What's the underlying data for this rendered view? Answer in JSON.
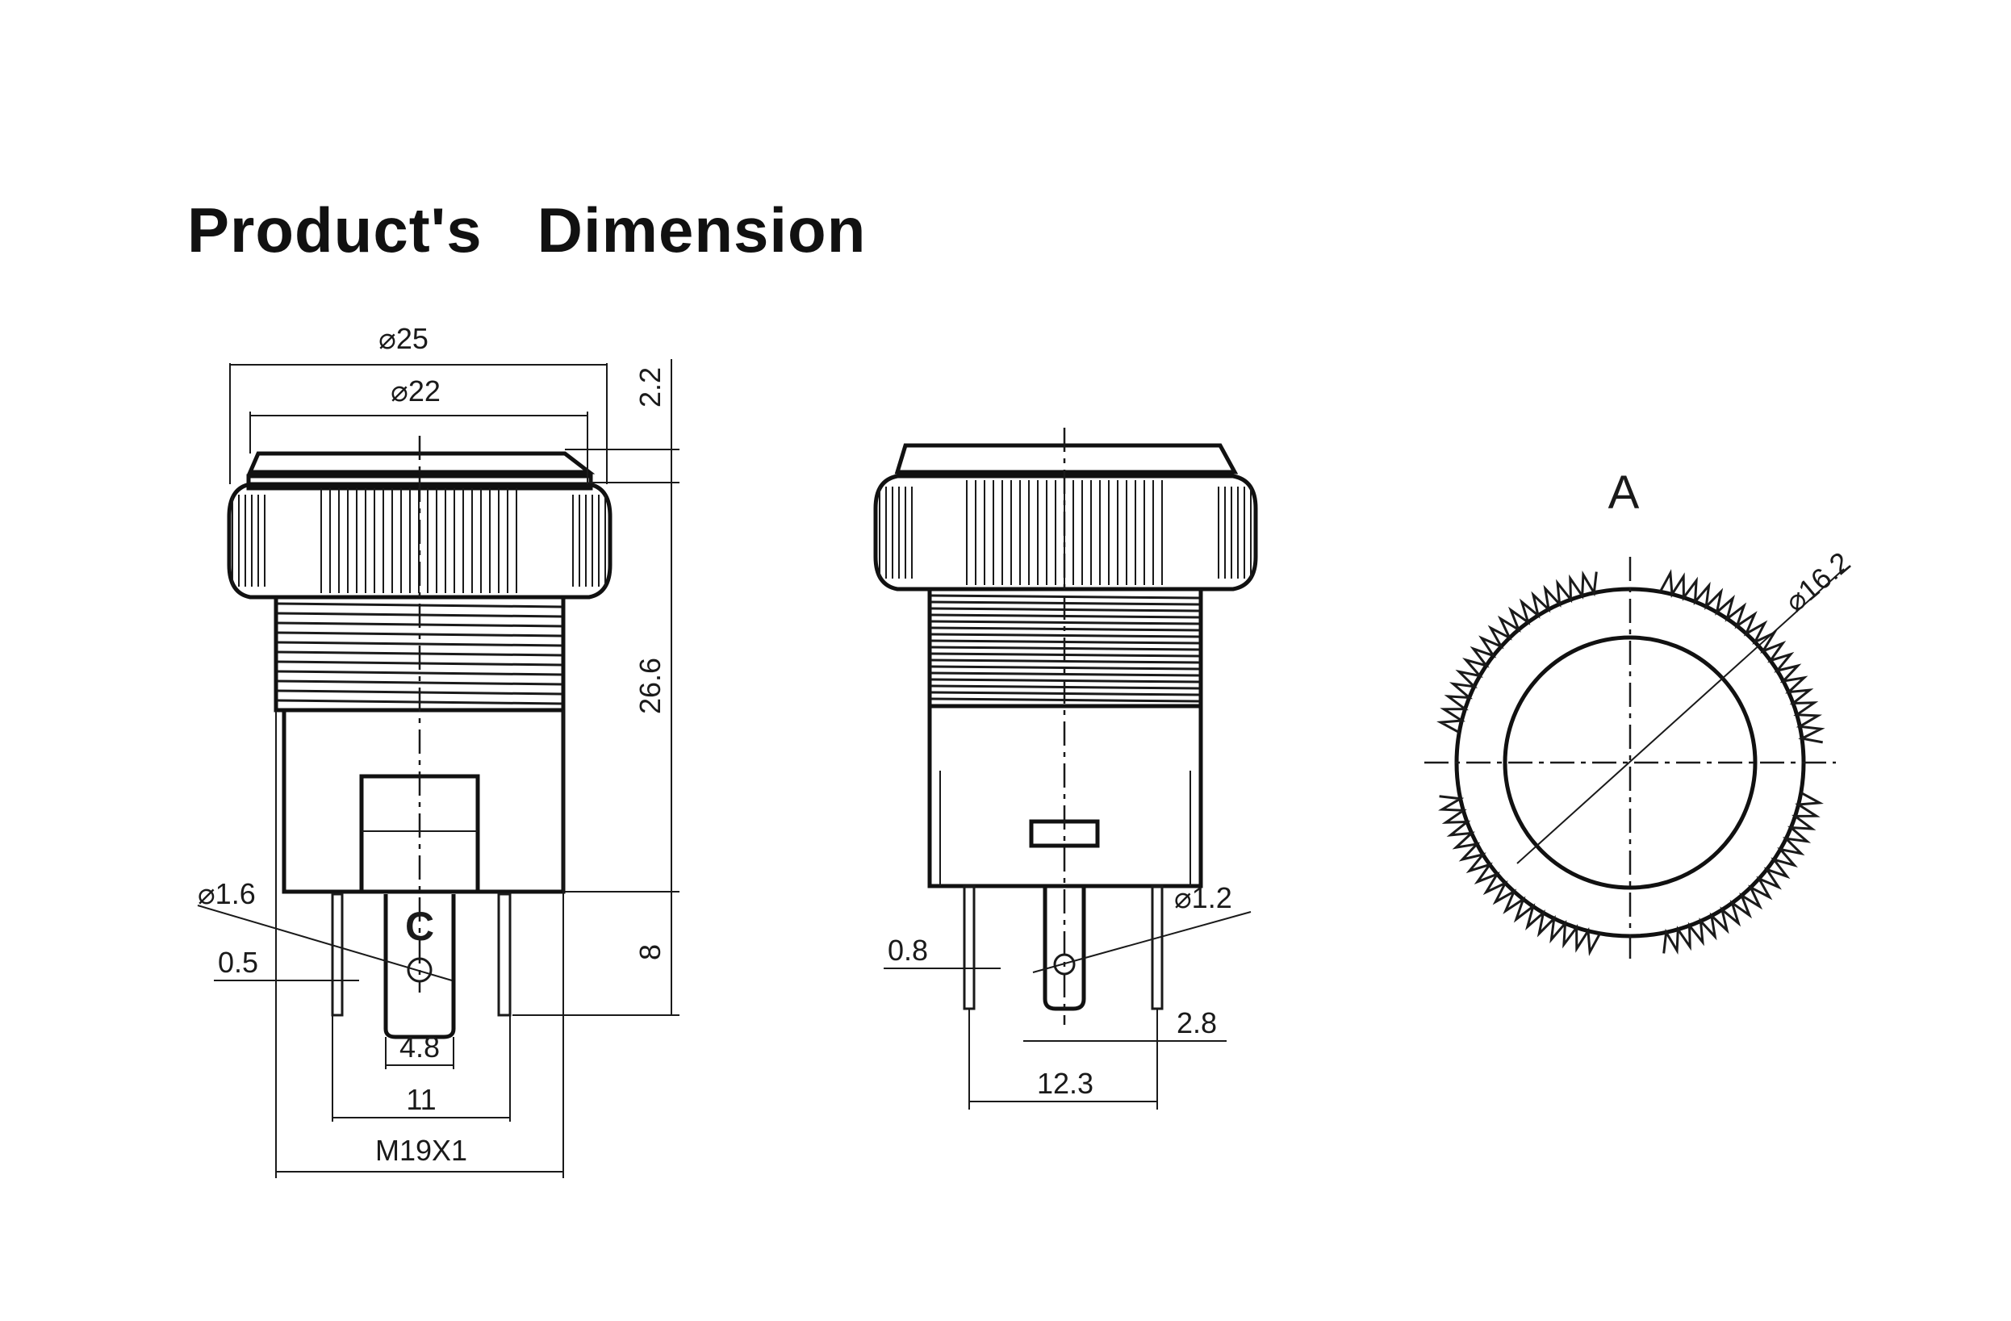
{
  "title": "Product's   Dimension",
  "front_view": {
    "dia_outer": "⌀25",
    "dia_bezel": "⌀22",
    "top_height": "2.2",
    "body_height": "26.6",
    "terminal_length": "8",
    "pin_dia": "⌀1.6",
    "pin_thickness": "0.5",
    "center_tab_width": "4.8",
    "pin_spacing": "11",
    "thread": "M19X1",
    "common_label": "C"
  },
  "side_view": {
    "pin_thickness": "0.8",
    "pin_dia": "⌀1.2",
    "tab_width": "2.8",
    "pin_spacing": "12.3"
  },
  "view_a": {
    "label": "A",
    "dia": "⌀16.2"
  },
  "colors": {
    "line": "#1a1a1a",
    "title": "#111111",
    "background": "#ffffff"
  }
}
